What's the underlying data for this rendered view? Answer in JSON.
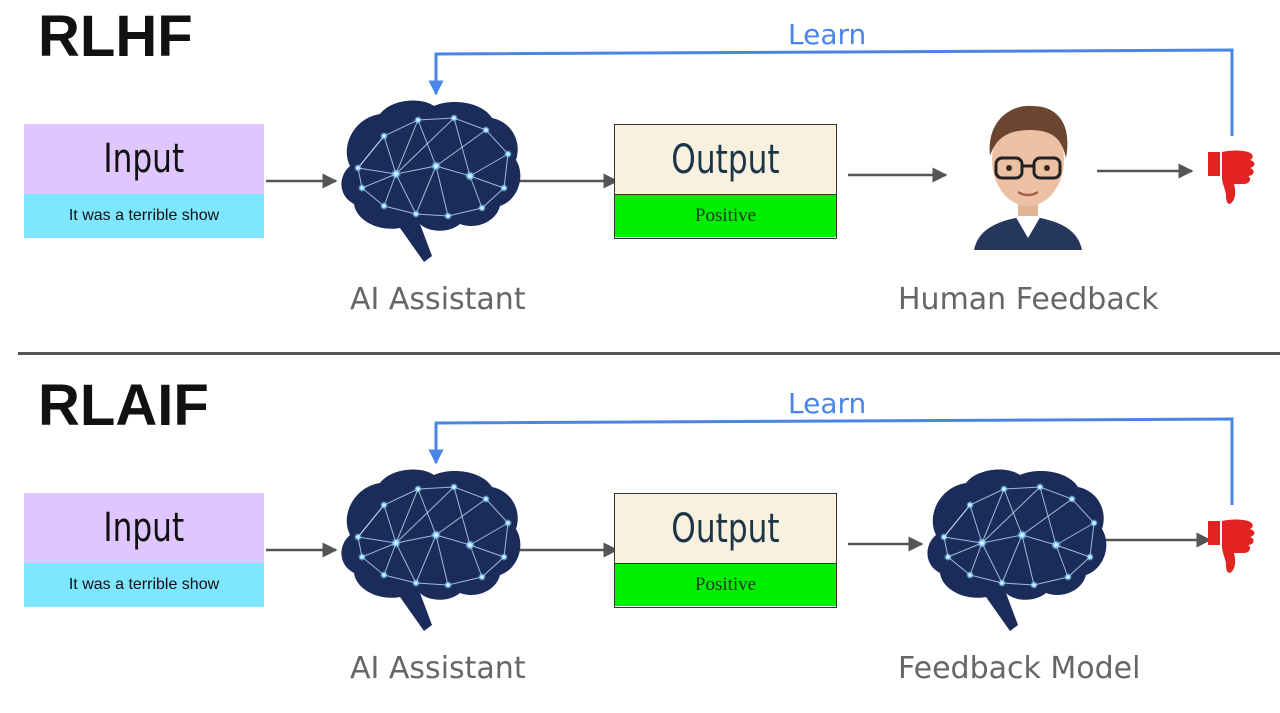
{
  "rlhf": {
    "title": "RLHF",
    "learn_label": "Learn",
    "input_title": "Input",
    "input_text": "It was a terrible show",
    "output_title": "Output",
    "output_value": "Positive",
    "assistant_caption": "AI Assistant",
    "feedback_caption": "Human Feedback"
  },
  "rlaif": {
    "title": "RLAIF",
    "learn_label": "Learn",
    "input_title": "Input",
    "input_text": "It was a terrible show",
    "output_title": "Output",
    "output_value": "Positive",
    "assistant_caption": "AI Assistant",
    "feedback_caption": "Feedback Model"
  },
  "colors": {
    "learn_arrow": "#4a86e8",
    "flow_arrow": "#555555",
    "brain_fill": "#1b2c5a",
    "thumb": "#e32222",
    "input_head": "#e0c6ff",
    "input_text_bg": "#7fe6ff",
    "output_head": "#f8f1df",
    "output_value_bg": "#00ee00"
  },
  "icons": {
    "assistant": "brain-icon",
    "human": "person-portrait-icon",
    "feedback_model": "brain-icon",
    "verdict": "thumbs-down-icon"
  }
}
